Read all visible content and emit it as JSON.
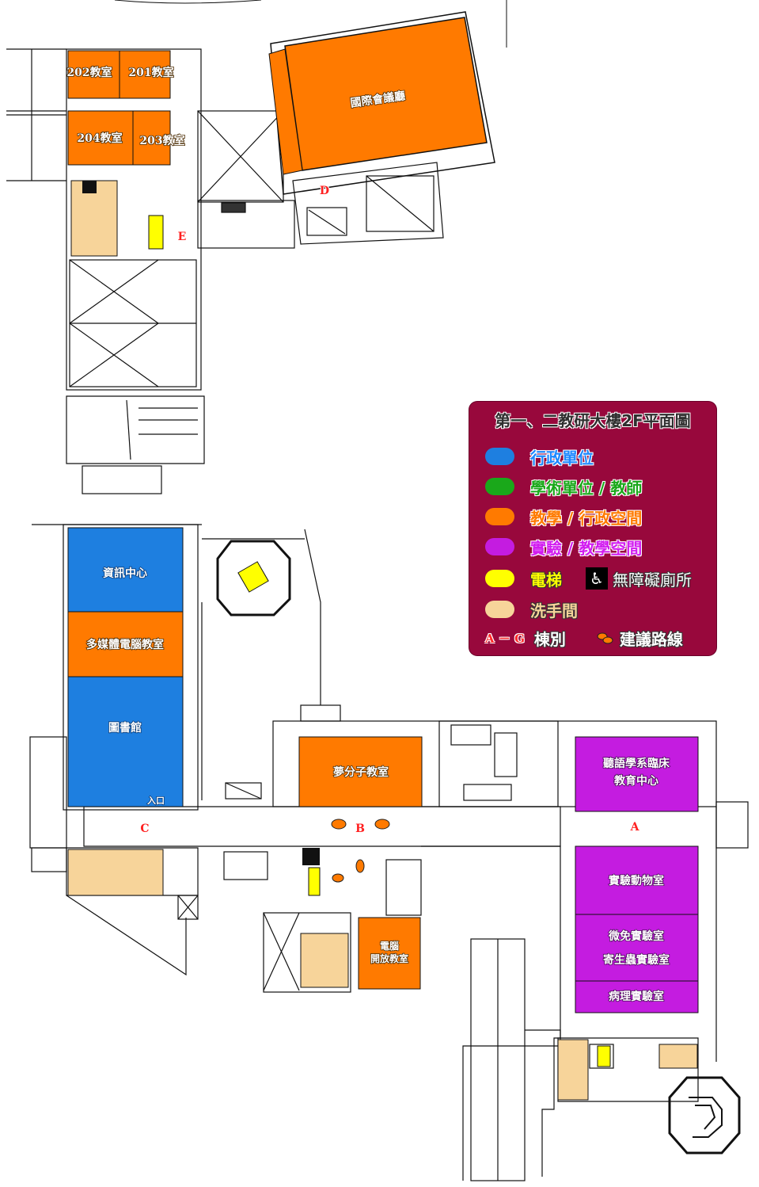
{
  "legend": {
    "title": "第一、二教研大樓2F平面圖",
    "items": [
      {
        "label": "行政單位",
        "color": "#1e7fe0"
      },
      {
        "label": "學術單位 / 教師",
        "color": "#1aa81a"
      },
      {
        "label": "教學 / 行政空間",
        "color": "#ff7a00"
      },
      {
        "label": "實驗 / 教學空間",
        "color": "#c41ce0"
      },
      {
        "label": "電梯",
        "color": "#ffff00"
      },
      {
        "label": "洗手間",
        "color": "#f7d49a"
      }
    ],
    "accessible_toilet": "無障礙廁所",
    "building_key": "A － G",
    "building_label": "棟別",
    "route_label": "建議路線"
  },
  "rooms": {
    "r202": "202教室",
    "r201": "201教室",
    "r204": "204教室",
    "r203": "203教室",
    "intl": "國際會議廳",
    "info": "資訊中心",
    "multimedia": "多媒體電腦教室",
    "library": "圖書館",
    "entrance": "入口",
    "molecule": "夢分子教室",
    "computer_line1": "電腦",
    "computer_line2": "開放教室",
    "hearing_line1": "聽語學系臨床",
    "hearing_line2": "教育中心",
    "animal": "實驗動物室",
    "micro": "微免實驗室",
    "parasite": "寄生蟲實驗室",
    "patho": "病理實驗室"
  },
  "buildings": {
    "A": "A",
    "B": "B",
    "C": "C",
    "D": "D",
    "E": "E"
  },
  "colors": {
    "admin": "#1e7fe0",
    "teaching": "#ff7a00",
    "lab": "#c41ce0",
    "elevator": "#ffff00",
    "restroom": "#f7d49a",
    "legend_bg": "#98083c"
  }
}
